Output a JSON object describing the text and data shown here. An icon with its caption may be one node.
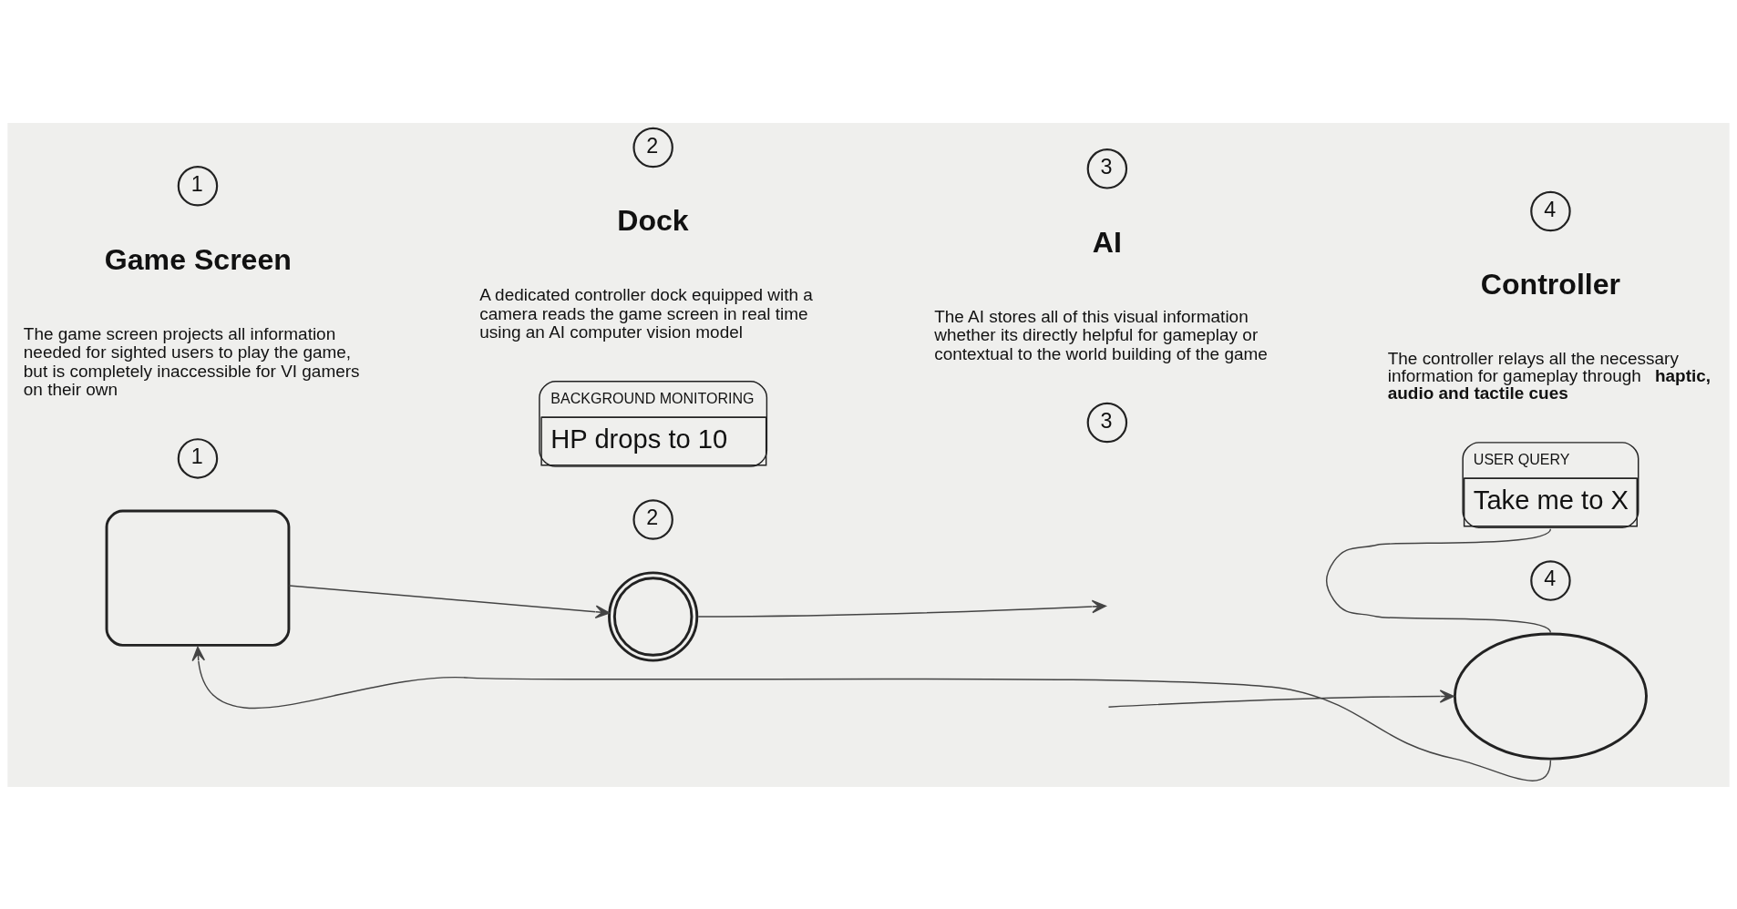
{
  "diagram": {
    "nodes": [
      {
        "text": [
          "1"
        ]
      },
      {
        "text": [
          "2"
        ]
      },
      {
        "text": [
          "3"
        ]
      },
      {
        "text": [
          "4"
        ]
      },
      {
        "text": [
          "USER QUERY",
          "Take me to X"
        ]
      },
      {
        "text": [
          "BACKGROUND MONITORING",
          "HP drops to 10"
        ]
      },
      {
        "text": [
          "1"
        ]
      },
      {
        "text": [
          "2"
        ]
      },
      {
        "text": [
          "3"
        ]
      },
      {
        "text": [
          "4"
        ]
      },
      {
        "text": [],
        "shape": "monitor"
      },
      {
        "text": [],
        "shape": "webcam"
      },
      {
        "text": [],
        "shape": "gamepad"
      }
    ],
    "edges": [
      {
        "from": 10,
        "to": 11,
        "arrow": "to"
      },
      {
        "from": 11,
        "to": null,
        "arrow": "to"
      },
      {
        "from": null,
        "to": 12,
        "arrow": "to"
      },
      {
        "from": 12,
        "to": 10,
        "arrow": "to"
      },
      {
        "from": 4,
        "to": 12,
        "arrow": "none"
      }
    ],
    "labels": [
      "Game Screen",
      "The game screen projects all information needed for sighted users to play the game, but is completely inaccessible for VI gamers on their own",
      "Dock",
      "A dedicated controller dock equipped with a camera reads the game screen in real time using an AI computer vision model",
      "AI",
      "The AI stores all of this visual information whether its directly helpful for gameplay or contextual to the world building of the game",
      "Controller",
      "The controller relays all the necessary information for gameplay through **haptic, audio and tactile cues**"
    ]
  }
}
